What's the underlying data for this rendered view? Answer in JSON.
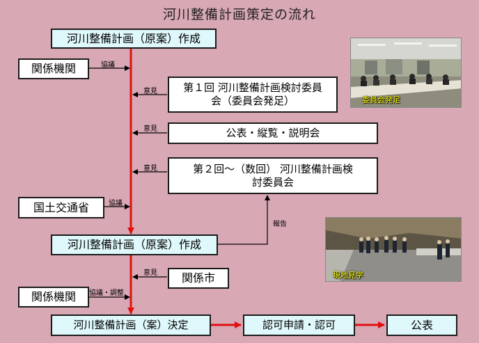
{
  "title": "河川整備計画策定の流れ",
  "boxes": {
    "draft1": "河川整備計画（原案）作成",
    "kankei1": "関係機関",
    "iinkai1": "第１回 河川整備計画検討委員会（委員会発足）",
    "koho": "公表・縦覧・説明会",
    "iinkai2": "第２回～（数回） 河川整備計画検討委員会",
    "kokudo": "国土交通省",
    "draft2": "河川整備計画（原案）作成",
    "kankeishi": "関係市",
    "kankei2": "関係機関",
    "kettei": "河川整備計画（案）決定",
    "ninka": "認可申請・認可",
    "kohyo": "公表"
  },
  "labels": {
    "kyogi1": "協議",
    "iken1": "意見",
    "iken2": "意見",
    "iken3": "意見",
    "kyogi2": "協議",
    "hokoku": "報告",
    "iken4": "意見",
    "kyogi_chosei": "協議・調整"
  },
  "photos": {
    "meeting_caption": "委員会発足",
    "site_caption": "現地見学"
  },
  "colors": {
    "background": "#d8a8b4",
    "flow_arrow": "#e01010",
    "box_cyan": "#dff8fb",
    "box_white": "#ffffff",
    "caption": "#ffff00"
  }
}
